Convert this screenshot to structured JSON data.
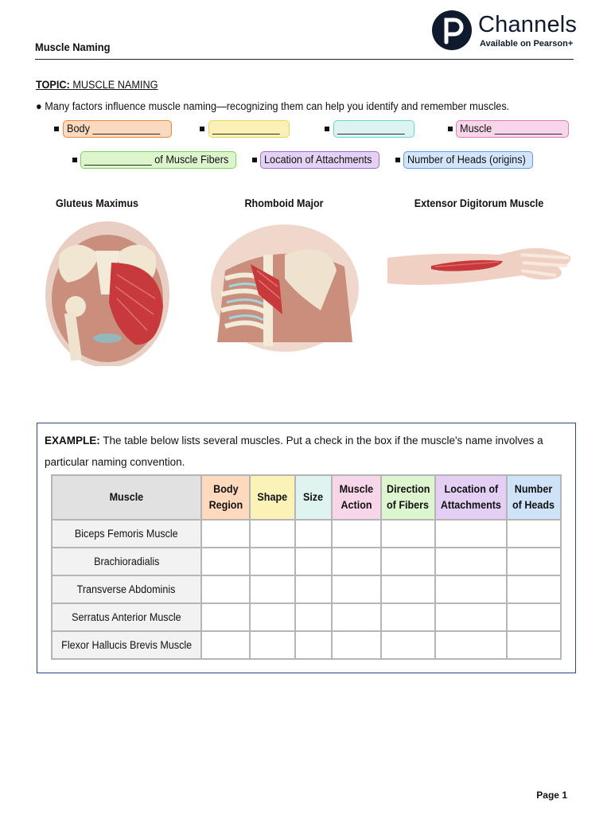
{
  "header": {
    "doc_title": "Muscle Naming",
    "brand": {
      "name": "Channels",
      "tagline": "Available on Pearson+",
      "mark": "P"
    }
  },
  "topic": {
    "label": "TOPIC:",
    "value": "MUSCLE NAMING"
  },
  "intro": "● Many factors influence muscle naming—recognizing them can help you identify and remember muscles.",
  "factors_row1": [
    {
      "text": "Body ____________"
    },
    {
      "text": "____________"
    },
    {
      "text": "____________"
    },
    {
      "text": "Muscle ____________"
    }
  ],
  "factors_row2": [
    {
      "text": "____________ of Muscle Fibers"
    },
    {
      "text": "Location of Attachments"
    },
    {
      "text": "Number of Heads (origins)"
    }
  ],
  "figures": [
    {
      "label": "Gluteus Maximus",
      "icon": "gluteus-maximus-illustration"
    },
    {
      "label": "Rhomboid Major",
      "icon": "rhomboid-major-illustration"
    },
    {
      "label": "Extensor Digitorum Muscle",
      "icon": "extensor-digitorum-illustration"
    }
  ],
  "example": {
    "label": "EXAMPLE:",
    "text": " The table below lists several muscles. Put a check in the box if the muscle's name involves a particular naming convention."
  },
  "table": {
    "headers": {
      "muscle": "Muscle",
      "body_region": [
        "Body",
        "Region"
      ],
      "shape": "Shape",
      "size": "Size",
      "muscle_action": [
        "Muscle",
        "Action"
      ],
      "direction": [
        "Direction",
        "of Fibers"
      ],
      "location": [
        "Location of",
        "Attachments"
      ],
      "heads": [
        "Number",
        "of Heads"
      ]
    },
    "rows": [
      "Biceps Femoris Muscle",
      "Brachioradialis",
      "Transverse Abdominis",
      "Serratus Anterior Muscle",
      "Flexor Hallucis Brevis Muscle"
    ]
  },
  "colors": {
    "body": "#fbd9bf",
    "shape": "#fbf0b6",
    "size": "#dcf3f1",
    "action": "#f8d6ea",
    "direction": "#dcf5cd",
    "location": "#e4d2f4",
    "heads": "#d3e5f8",
    "brand": "#0f1b2d"
  },
  "footer": {
    "page": "Page 1"
  }
}
